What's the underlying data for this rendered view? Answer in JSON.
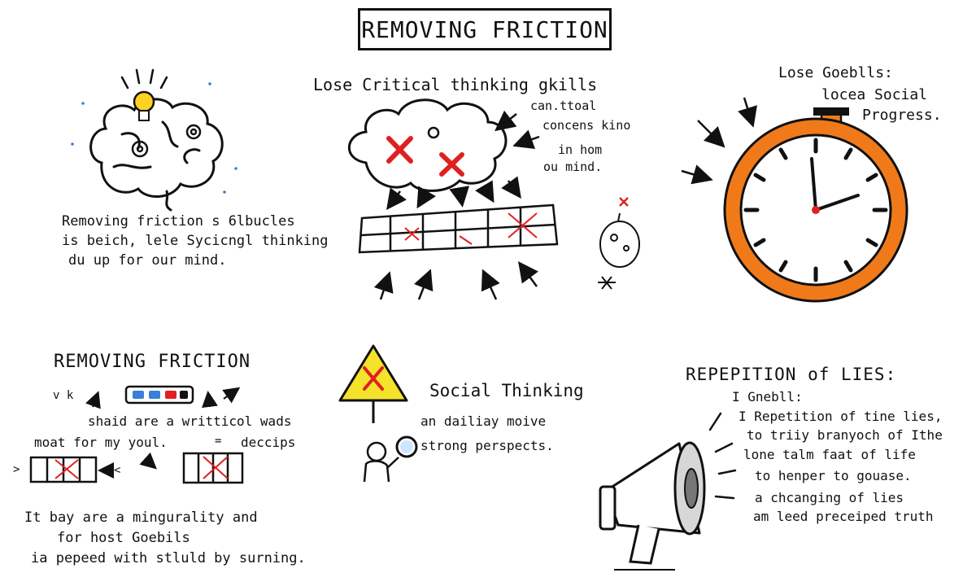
{
  "title": "REMOVING FRICTION",
  "top_left": {
    "lines": [
      "Removing friction s 6lbucles",
      "is beich, lele Sycicngl thinking",
      "du up for our mind."
    ]
  },
  "top_center": {
    "heading": "Lose Critical thinking gkills",
    "side_lines": [
      "can.ttoal",
      "concens kino",
      "in hom",
      "ou mind."
    ]
  },
  "top_right": {
    "lines": [
      "Lose Goeblls:",
      "locea Social",
      "Progress."
    ]
  },
  "bottom_left": {
    "heading": "REMOVING FRICTION",
    "marks": [
      "v k",
      "=",
      ">",
      "<"
    ],
    "line1": "shaid are a writticol wads",
    "line2": "moat for my youl.",
    "line2_right": "deccips",
    "footer": [
      "It bay are a mingurality and",
      "for host Goebils",
      "ia pepeed with stluld by surning."
    ]
  },
  "bottom_center": {
    "heading": "Social Thinking",
    "lines": [
      "an dailiay moive",
      "strong perspects."
    ]
  },
  "bottom_right": {
    "heading": "REPEPITION of LIES:",
    "lines": [
      "I Gnebll:",
      "I Repetition of tine lies,",
      "to triiy branyoch of Ithe",
      "lone talm faat of life",
      "to henper to gouase.",
      "a chcanging of lies",
      "am leed preceiped truth"
    ]
  },
  "colors": {
    "ink": "#111111",
    "accent_red": "#e02020",
    "clock_orange": "#f07a1a",
    "warning_yellow": "#f5e22a",
    "bulb_yellow": "#ffd21f"
  },
  "icons": [
    "brain-icon",
    "lightbulb-icon",
    "gear-icon",
    "thought-cloud-icon",
    "x-mark-icon",
    "grid-barrier-icon",
    "arrow-icon",
    "stopwatch-icon",
    "warning-sign-icon",
    "magnifier-person-icon",
    "megaphone-icon",
    "small-figure-icon"
  ]
}
